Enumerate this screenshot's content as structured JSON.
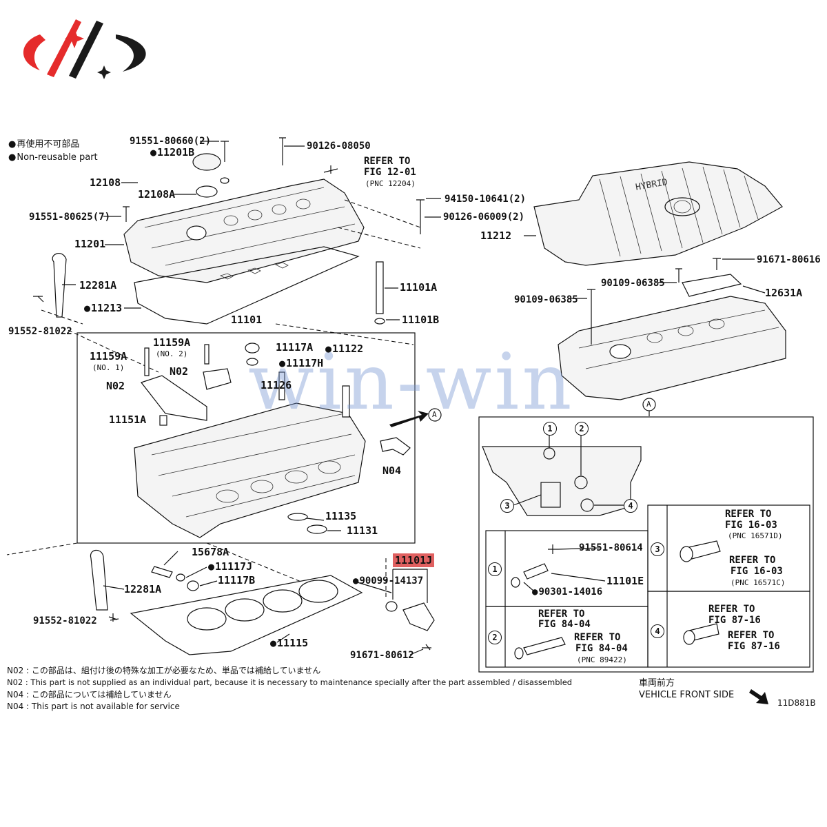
{
  "colors": {
    "logo_red": "#e52b2b",
    "logo_dark": "#1a1a1a",
    "highlight": "#e06060",
    "watermark": "#7896d2"
  },
  "logo": {
    "icon": "brand-swoosh-logo"
  },
  "legend": {
    "jp": "再使用不可部品",
    "en": "Non-reusable part"
  },
  "watermark": "win-win",
  "labels": {
    "p91551_80660": "91551-80660(2)",
    "p11201B": "11201B",
    "p90126_08050": "90126-08050",
    "refer_top_1": "REFER TO",
    "refer_top_2": "FIG 12-01",
    "refer_top_3": "(PNC 12204)",
    "p12108": "12108",
    "p12108A": "12108A",
    "p94150": "94150-10641(2)",
    "p90126_06009": "90126-06009(2)",
    "p91551_80625": "91551-80625(7)",
    "p11201": "11201",
    "p11212": "11212",
    "p91671_80616": "91671-80616",
    "p12281A_top": "12281A",
    "p11101A": "11101A",
    "p90109_r": "90109-06385",
    "p12631A": "12631A",
    "p11213": "11213",
    "p90109_l": "90109-06385",
    "p91552_top": "91552-81022",
    "p11101B": "11101B",
    "p11101": "11101",
    "p11159A_a": "11159A",
    "p11159A_a_sub": "(NO. 2)",
    "p11117A": "11117A",
    "p11122": "11122",
    "p11159A_b": "11159A",
    "p11159A_b_sub": "(NO. 1)",
    "p11117H": "11117H",
    "pN02_a": "N02",
    "p11126": "11126",
    "pN02_b": "N02",
    "p11151A": "11151A",
    "arrowA": "A",
    "pN04": "N04",
    "p11135": "11135",
    "p11131": "11131",
    "p15678A": "15678A",
    "p11117J": "11117J",
    "p11117B": "11117B",
    "p12281A_bot": "12281A",
    "p11101J": "11101J",
    "p90099": "90099-14137",
    "p91552_bot": "91552-81022",
    "p11115": "11115",
    "p91671_80612": "91671-80612",
    "detailA": "A",
    "cover_text": "HYBRID"
  },
  "detail": {
    "c1": "1",
    "c2": "2",
    "c3": "3",
    "c4": "4",
    "box1_c": "1",
    "box2_c": "2",
    "box3_c": "3",
    "box4_c": "4",
    "p91551_80614": "91551-80614",
    "p11101E": "11101E",
    "p90301": "90301-14016",
    "b2_ref1": "REFER TO",
    "b2_ref2": "FIG 84-04",
    "b2_ref3": "REFER TO",
    "b2_ref4": "FIG 84-04",
    "b2_ref5": "(PNC 89422)",
    "b3_ref1": "REFER TO",
    "b3_ref2": "FIG 16-03",
    "b3_ref3": "(PNC 16571D)",
    "b3_ref4": "REFER TO",
    "b3_ref5": "FIG 16-03",
    "b3_ref6": "(PNC 16571C)",
    "b4_ref1": "REFER TO",
    "b4_ref2": "FIG 87-16",
    "b4_ref3": "REFER TO",
    "b4_ref4": "FIG 87-16"
  },
  "notes": [
    "N02 : この部品は、組付け後の特殊な加工が必要なため、単品では補給していません",
    "N02 : This part is not supplied as an individual part, because it is necessary to maintenance specially after the part assembled / disassembled",
    "N04 : この部品については補給していません",
    "N04 : This part is not available for service"
  ],
  "front": {
    "jp": "車両前方",
    "en": "VEHICLE FRONT SIDE"
  },
  "code": "11D881B"
}
